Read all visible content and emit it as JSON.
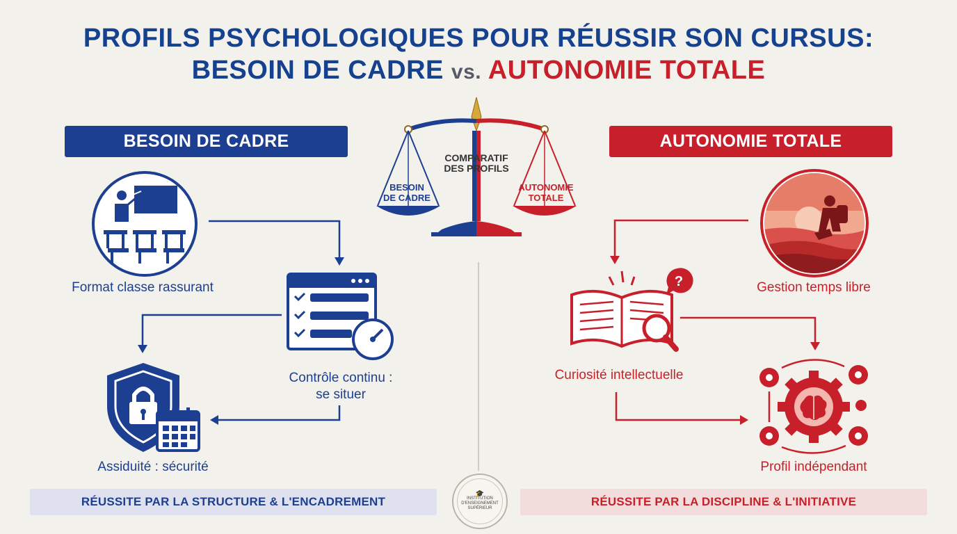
{
  "title": {
    "line1": "PROFILS PSYCHOLOGIQUES POUR RÉUSSIR SON CURSUS:",
    "line2_left": "BESOIN DE CADRE",
    "line2_vs": "vs.",
    "line2_right": "AUTONOMIE TOTALE"
  },
  "left": {
    "header": "BESOIN DE CADRE",
    "items": [
      {
        "label": "Format classe rassurant",
        "icon": "classroom-icon"
      },
      {
        "label_line1": "Contrôle continu :",
        "label_line2": "se situer",
        "icon": "checklist-gauge-icon"
      },
      {
        "label": "Assiduité : sécurité",
        "icon": "shield-lock-calendar-icon"
      }
    ],
    "banner": "RÉUSSITE PAR LA STRUCTURE & L'ENCADREMENT"
  },
  "right": {
    "header": "AUTONOMIE TOTALE",
    "items": [
      {
        "label": "Gestion temps libre",
        "icon": "hiker-sunset-icon"
      },
      {
        "label": "Curiosité intellectuelle",
        "icon": "book-magnifier-icon"
      },
      {
        "label": "Profil indépendant",
        "icon": "brain-gears-icon"
      }
    ],
    "banner": "RÉUSSITE PAR LA DISCIPLINE & L'INITIATIVE"
  },
  "scale": {
    "center_line1": "COMPARATIF",
    "center_line2": "DES PROFILS",
    "left_pan_line1": "BESOIN",
    "left_pan_line2": "DE CADRE",
    "right_pan_line1": "AUTONOMIE",
    "right_pan_line2": "TOTALE"
  },
  "seal": {
    "line1": "INSTITUTION",
    "line2": "D'ENSEIGNEMENT",
    "line3": "SUPÉRIEUR"
  },
  "colors": {
    "blue": "#1d3f91",
    "red": "#c8202a",
    "background": "#f3f1ec"
  }
}
